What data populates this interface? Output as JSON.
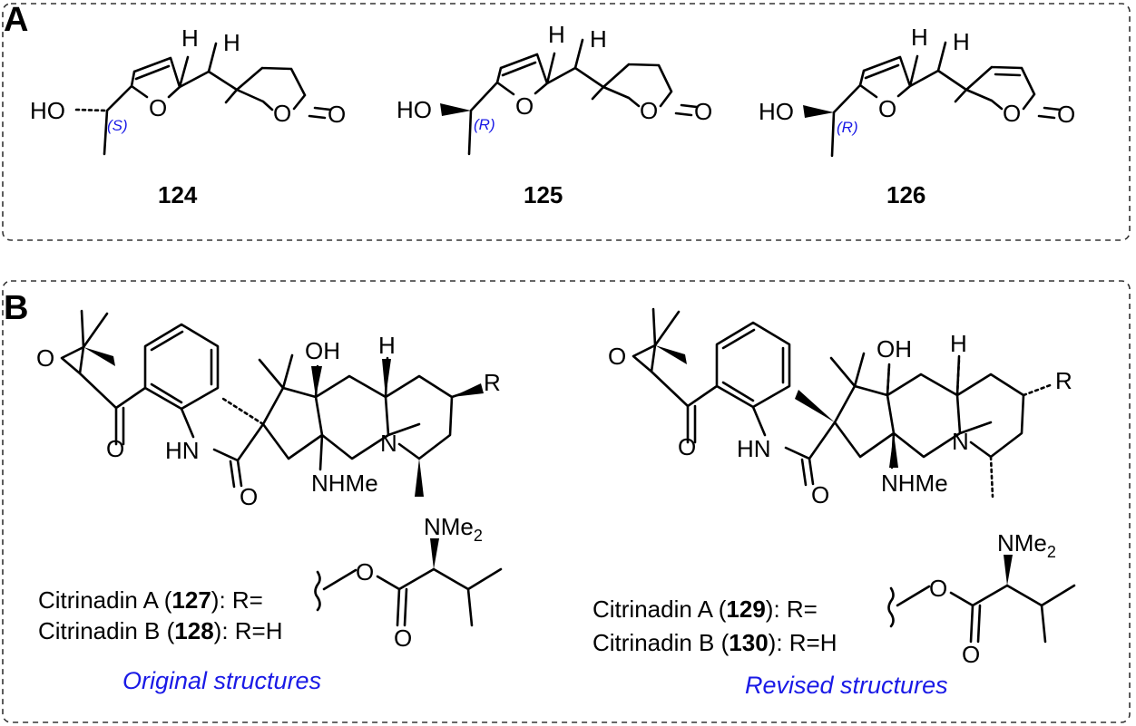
{
  "panel_a": {
    "label": "A",
    "compounds": [
      {
        "number": "124",
        "stereo": "(S)",
        "ho": "HO",
        "o_ring": "O",
        "o_lac": "O",
        "o_carb": "O",
        "h1": "H",
        "h2": "H"
      },
      {
        "number": "125",
        "stereo": "(R)",
        "ho": "HO",
        "o_ring": "O",
        "o_lac": "O",
        "o_carb": "O",
        "h1": "H",
        "h2": "H"
      },
      {
        "number": "126",
        "stereo": "(R)",
        "ho": "HO",
        "o_ring": "O",
        "o_lac": "O",
        "o_carb": "O",
        "h1": "H",
        "h2": "H"
      }
    ]
  },
  "panel_b": {
    "label": "B",
    "left": {
      "atoms": {
        "o_epox": "O",
        "o_ket": "O",
        "nh": "HN",
        "o_lactam": "O",
        "oh": "OH",
        "h": "H",
        "n": "N",
        "nhme": "NHMe",
        "r": "R"
      },
      "r_group": {
        "o": "O",
        "o2": "O",
        "nme2": "NMe",
        "sub": "2"
      },
      "legend": [
        {
          "pre": "Citrinadin A (",
          "num": "127",
          "post": "): R="
        },
        {
          "pre": "Citrinadin B (",
          "num": "128",
          "post": "): R=H"
        }
      ],
      "caption": "Original structures"
    },
    "right": {
      "atoms": {
        "o_epox": "O",
        "o_ket": "O",
        "nh": "HN",
        "o_lactam": "O",
        "oh": "OH",
        "h": "H",
        "n": "N",
        "nhme": "NHMe",
        "r": "R"
      },
      "r_group": {
        "o": "O",
        "o2": "O",
        "nme2": "NMe",
        "sub": "2"
      },
      "legend": [
        {
          "pre": "Citrinadin A (",
          "num": "129",
          "post": "): R="
        },
        {
          "pre": "Citrinadin B (",
          "num": "130",
          "post": "): R=H"
        }
      ],
      "caption": "Revised structures"
    }
  }
}
